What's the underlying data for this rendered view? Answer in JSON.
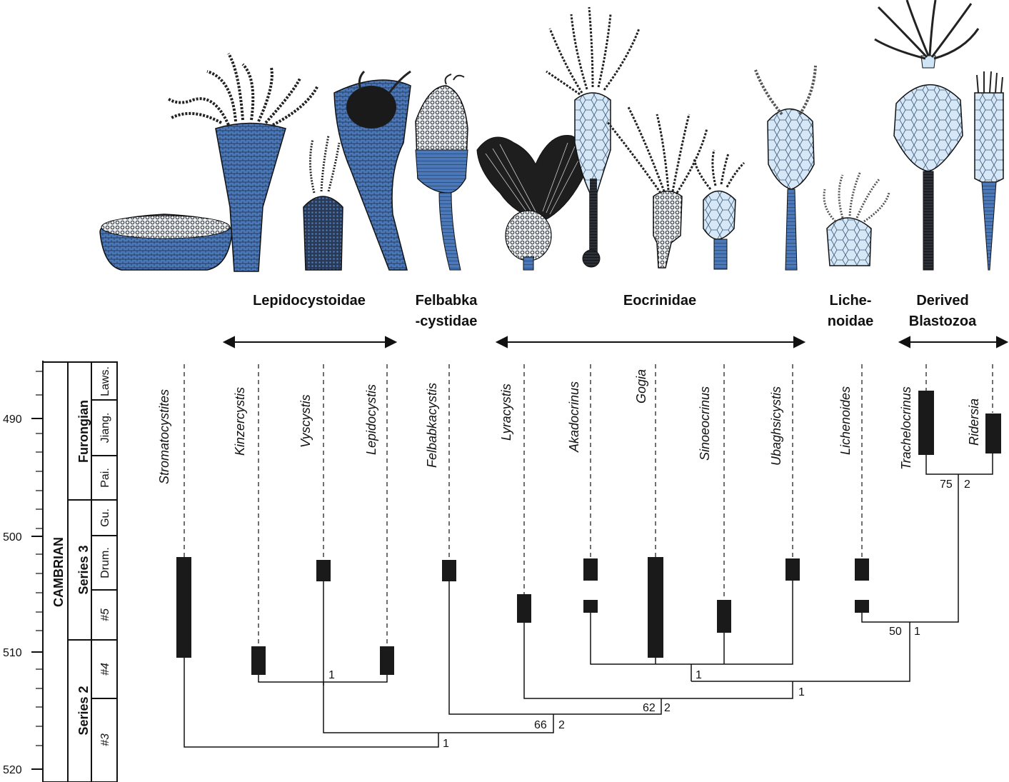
{
  "groups": {
    "lepidocystoidae": "Lepidocystoidae",
    "felbabka_1": "Felbabka",
    "felbabka_2": "-cystidae",
    "eocrinidae": "Eocrinidae",
    "lichen_1": "Liche-",
    "lichen_2": "noidae",
    "derived_1": "Derived",
    "derived_2": "Blastozoa"
  },
  "taxa": [
    "Stromatocystites",
    "Kinzercystis",
    "Vyscystis",
    "Lepidocystis",
    "Felbabkacystis",
    "Lyracystis",
    "Akadocrinus",
    "Gogia",
    "Sinoeocrinus",
    "Ubaghsicystis",
    "Lichenoides",
    "Trachelocrinus",
    "Ridersia"
  ],
  "time_axis": {
    "ticks": [
      "490",
      "500",
      "510",
      "520"
    ]
  },
  "stratigraphy": {
    "system": "CAMBRIAN",
    "series": [
      "Furongian",
      "Series 3",
      "Series 2"
    ],
    "stages": [
      "Laws.",
      "Jiang.",
      "Pai.",
      "Gu.",
      "Drum.",
      "#5",
      "#4",
      "#3"
    ]
  },
  "support_values": {
    "kinzer_lepido": "1",
    "sino_group": "1",
    "eocrin_lichen": "1",
    "lichen_derived_a": "50",
    "lichen_derived_b": "1",
    "trach_rider_a": "75",
    "trach_rider_b": "2",
    "felb_eocrin_a": "62",
    "felb_eocrin_b": "2",
    "vys_a": "66",
    "vys_b": "2",
    "root": "1"
  },
  "colors": {
    "illustration_blue": "#4a78b8",
    "light_blue": "#cfe4f5",
    "bar": "#1a1a1a"
  }
}
